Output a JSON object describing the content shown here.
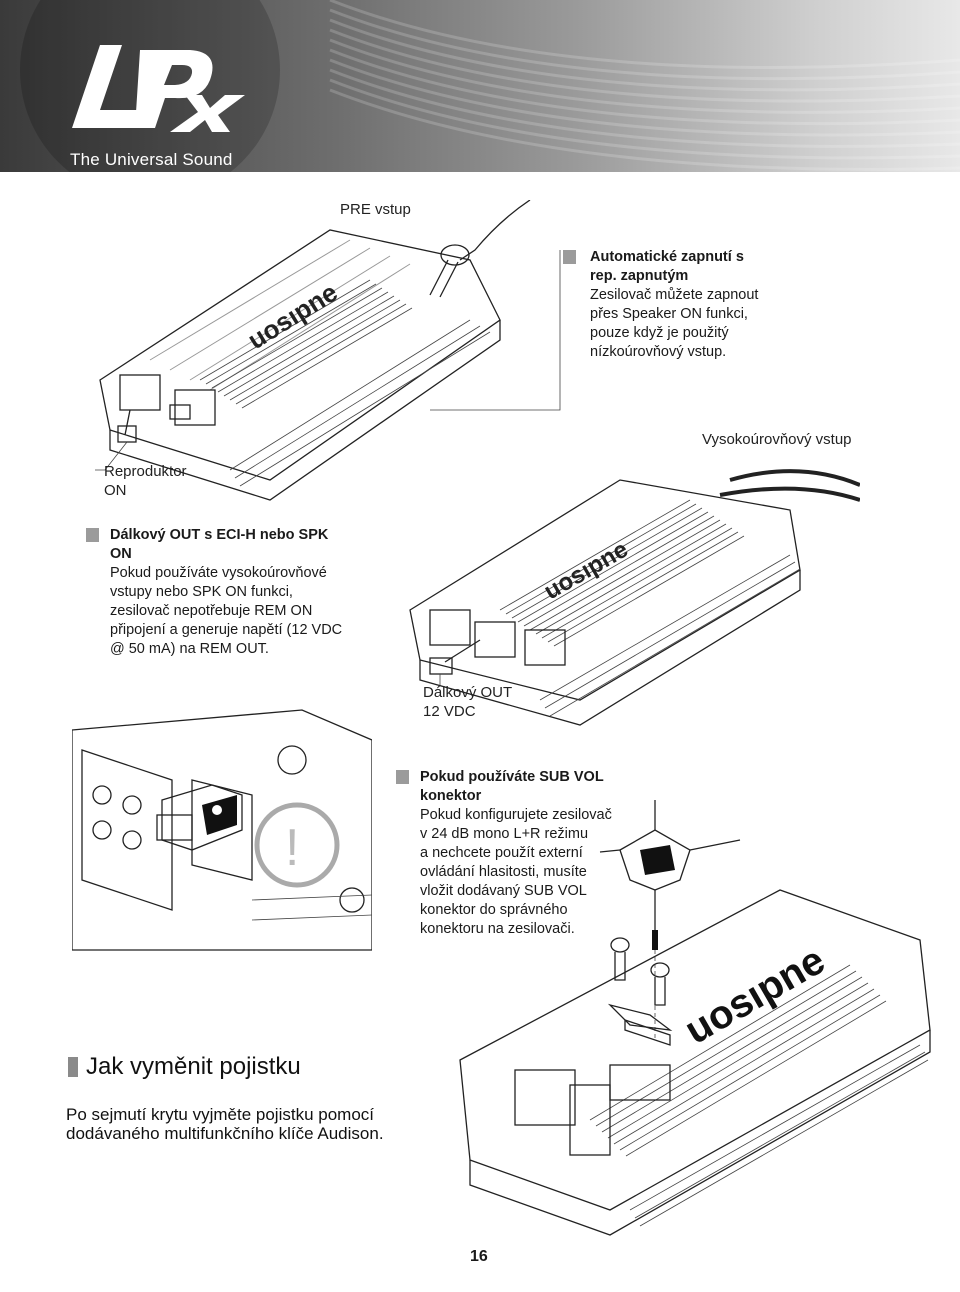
{
  "header": {
    "logo_text": "LRx",
    "tagline": "The Universal Sound"
  },
  "section1": {
    "pre_label": "PRE vstup",
    "auto_on_title_line1": "Automatické zapnutí s",
    "auto_on_title_line2": "rep. zapnutým",
    "auto_on_body": [
      "Zesilovač můžete zapnout",
      "přes Speaker ON funkci,",
      "pouze když je použitý",
      "nízkoúrovňový vstup."
    ],
    "speaker_on_line1": "Reproduktor",
    "speaker_on_line2": "ON",
    "hi_level_label": "Vysokoúrovňový vstup",
    "amp_brand": "audison"
  },
  "section2": {
    "title_line1": "Dálkový OUT s ECI-H nebo SPK",
    "title_line2": "ON",
    "body": [
      "Pokud používáte vysokoúrovňové",
      "vstupy nebo SPK ON funkci,",
      "zesilovač nepotřebuje REM ON",
      "připojení a generuje napětí (12 VDC",
      "@ 50 mA) na REM OUT."
    ],
    "rem_out_line1": "Dálkový OUT",
    "rem_out_line2": "12 VDC"
  },
  "section3": {
    "title_line1": "Pokud používáte SUB VOL",
    "title_line2": "konektor",
    "body": [
      "Pokud konfigurujete zesilovač",
      "v 24 dB mono L+R režimu",
      "a nechcete použít externí",
      "ovládání hlasitosti, musíte",
      "vložit dodávaný SUB VOL",
      "konektor do správného",
      "konektoru na zesilovači."
    ]
  },
  "section4": {
    "heading": "Jak vyměnit pojistku",
    "body": [
      "Po sejmutí krytu vyjměte pojistku pomocí",
      "dodávaného multifunkčního klíče Audison."
    ]
  },
  "page_number": "16"
}
